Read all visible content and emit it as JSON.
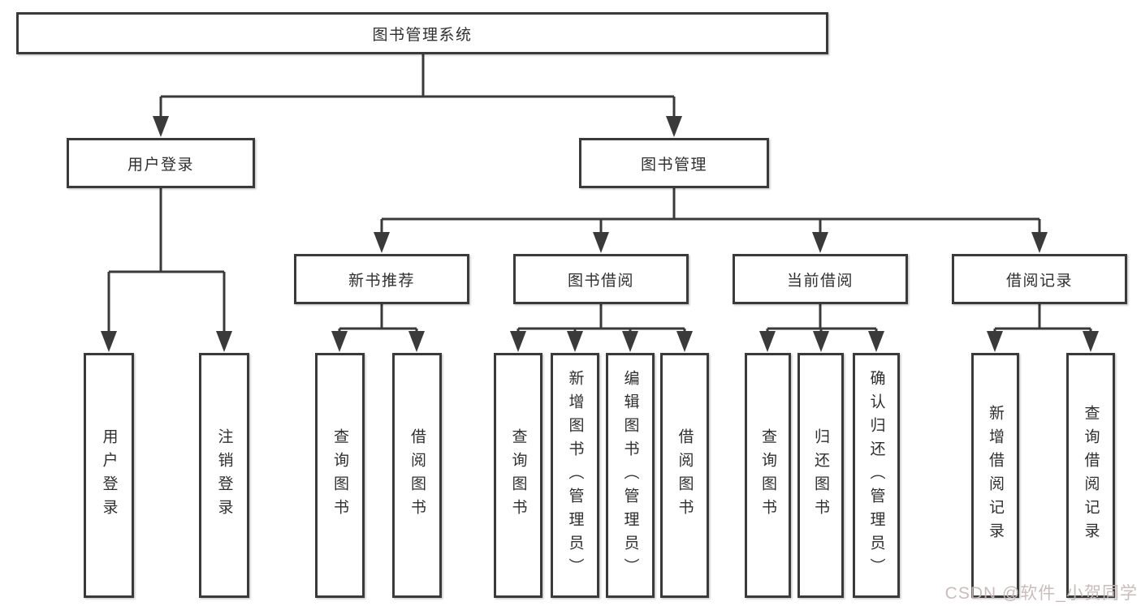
{
  "diagram": {
    "title": "图书管理系统",
    "root": "图书管理系统",
    "branches": [
      {
        "label": "用户登录",
        "children": [
          "用户登录",
          "注销登录"
        ]
      },
      {
        "label": "图书管理",
        "groups": [
          {
            "label": "新书推荐",
            "children": [
              "查询图书",
              "借阅图书"
            ]
          },
          {
            "label": "图书借阅",
            "children": [
              "查询图书",
              "新增图书（管理员）",
              "编辑图书（管理员）",
              "借阅图书"
            ]
          },
          {
            "label": "当前借阅",
            "children": [
              "查询图书",
              "归还图书",
              "确认归还（管理员）"
            ]
          },
          {
            "label": "借阅记录",
            "children": [
              "新增借阅记录",
              "查询借阅记录"
            ]
          }
        ]
      }
    ]
  },
  "watermark": {
    "text": "CSDN @软件_小贺同学",
    "color": "#c7b8b8"
  },
  "colors": {
    "line": "#3a3a3a",
    "text": "#2f2f2f",
    "background": "#ffffff"
  }
}
